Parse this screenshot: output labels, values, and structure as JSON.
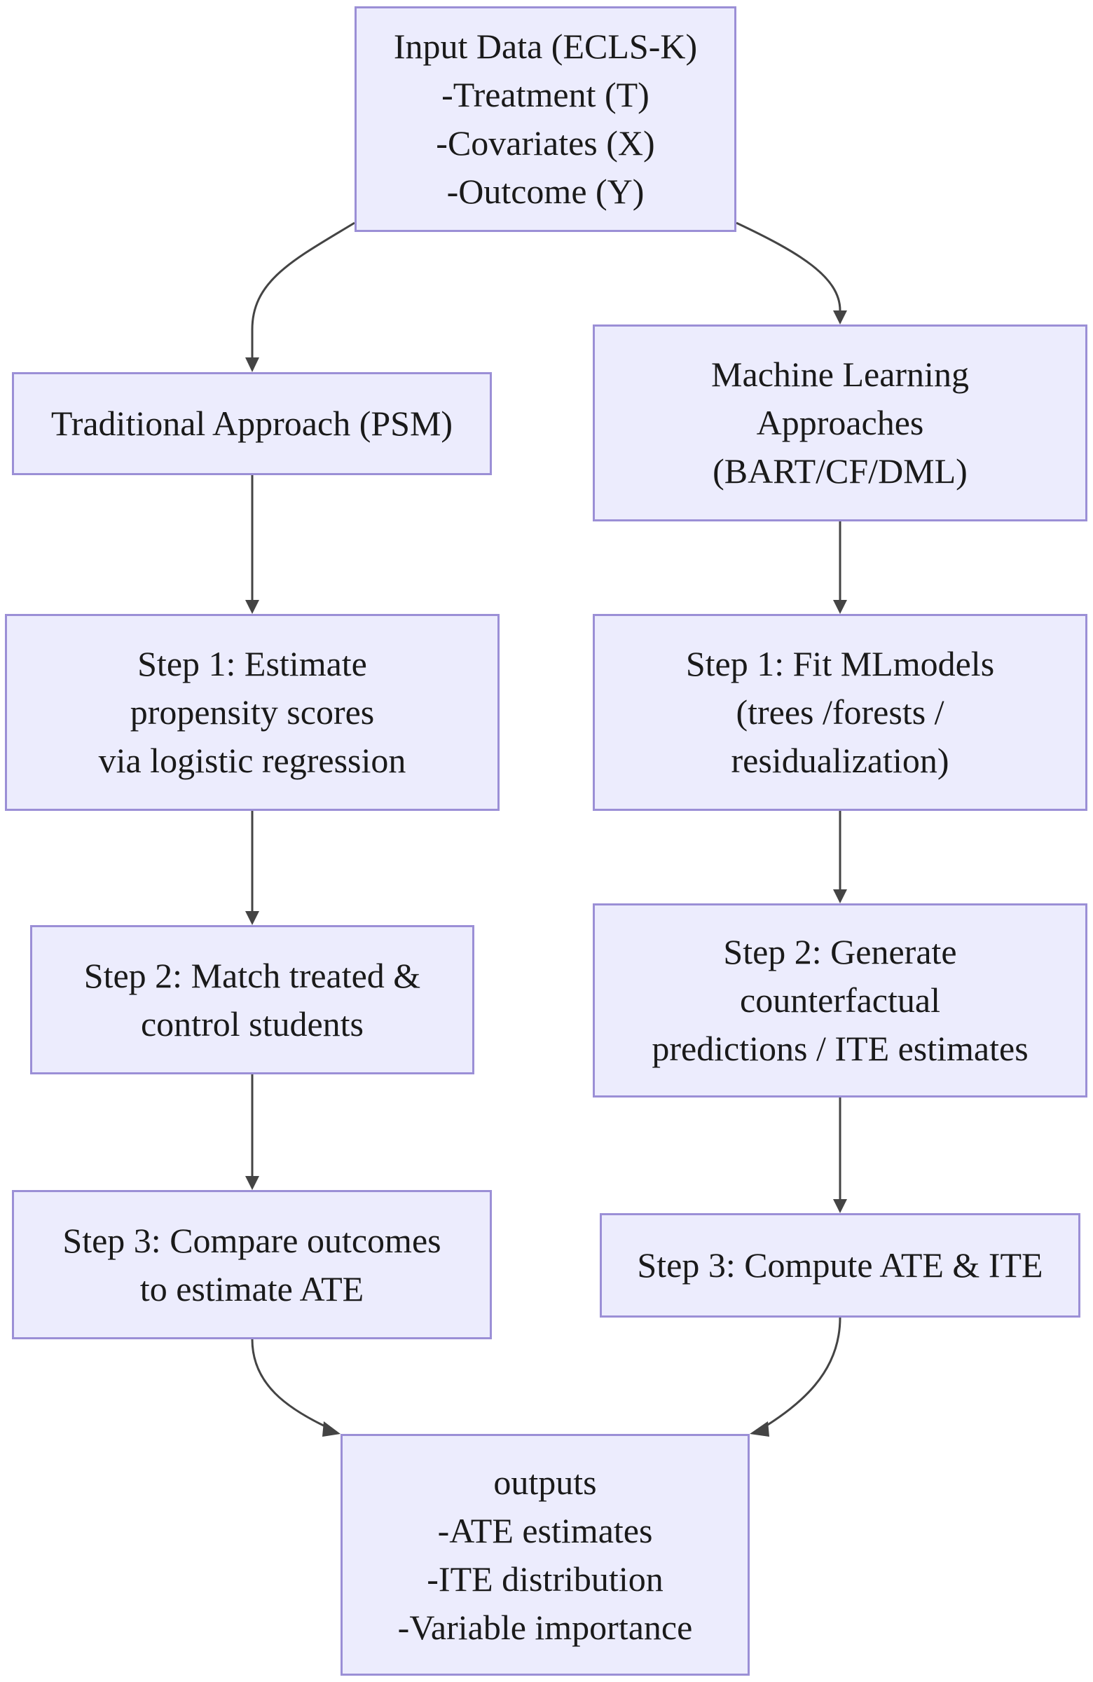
{
  "nodes": {
    "input": [
      "Input Data (ECLS-K)",
      "-Treatment (T)",
      "-Covariates (X)",
      "-Outcome (Y)"
    ],
    "traditional": [
      "Traditional Approach (PSM)"
    ],
    "ml": [
      "Machine Learning",
      "Approaches",
      "(BART/CF/DML)"
    ],
    "psm_step1": [
      "Step 1: Estimate",
      "propensity scores",
      "via logistic regression"
    ],
    "ml_step1": [
      "Step 1: Fit MLmodels",
      "(trees /forests /",
      "residualization)"
    ],
    "psm_step2": [
      "Step 2: Match treated &",
      "control students"
    ],
    "ml_step2": [
      "Step 2: Generate",
      "counterfactual",
      "predictions / ITE estimates"
    ],
    "psm_step3": [
      "Step 3: Compare outcomes",
      "to estimate ATE"
    ],
    "ml_step3": [
      "Step 3: Compute ATE & ITE"
    ],
    "outputs": [
      "outputs",
      "-ATE estimates",
      "-ITE distribution",
      "-Variable importance"
    ]
  },
  "colors": {
    "node_fill": "#ececfd",
    "node_border": "#9b8fd6",
    "edge": "#444444",
    "text": "#1a1a1a"
  }
}
